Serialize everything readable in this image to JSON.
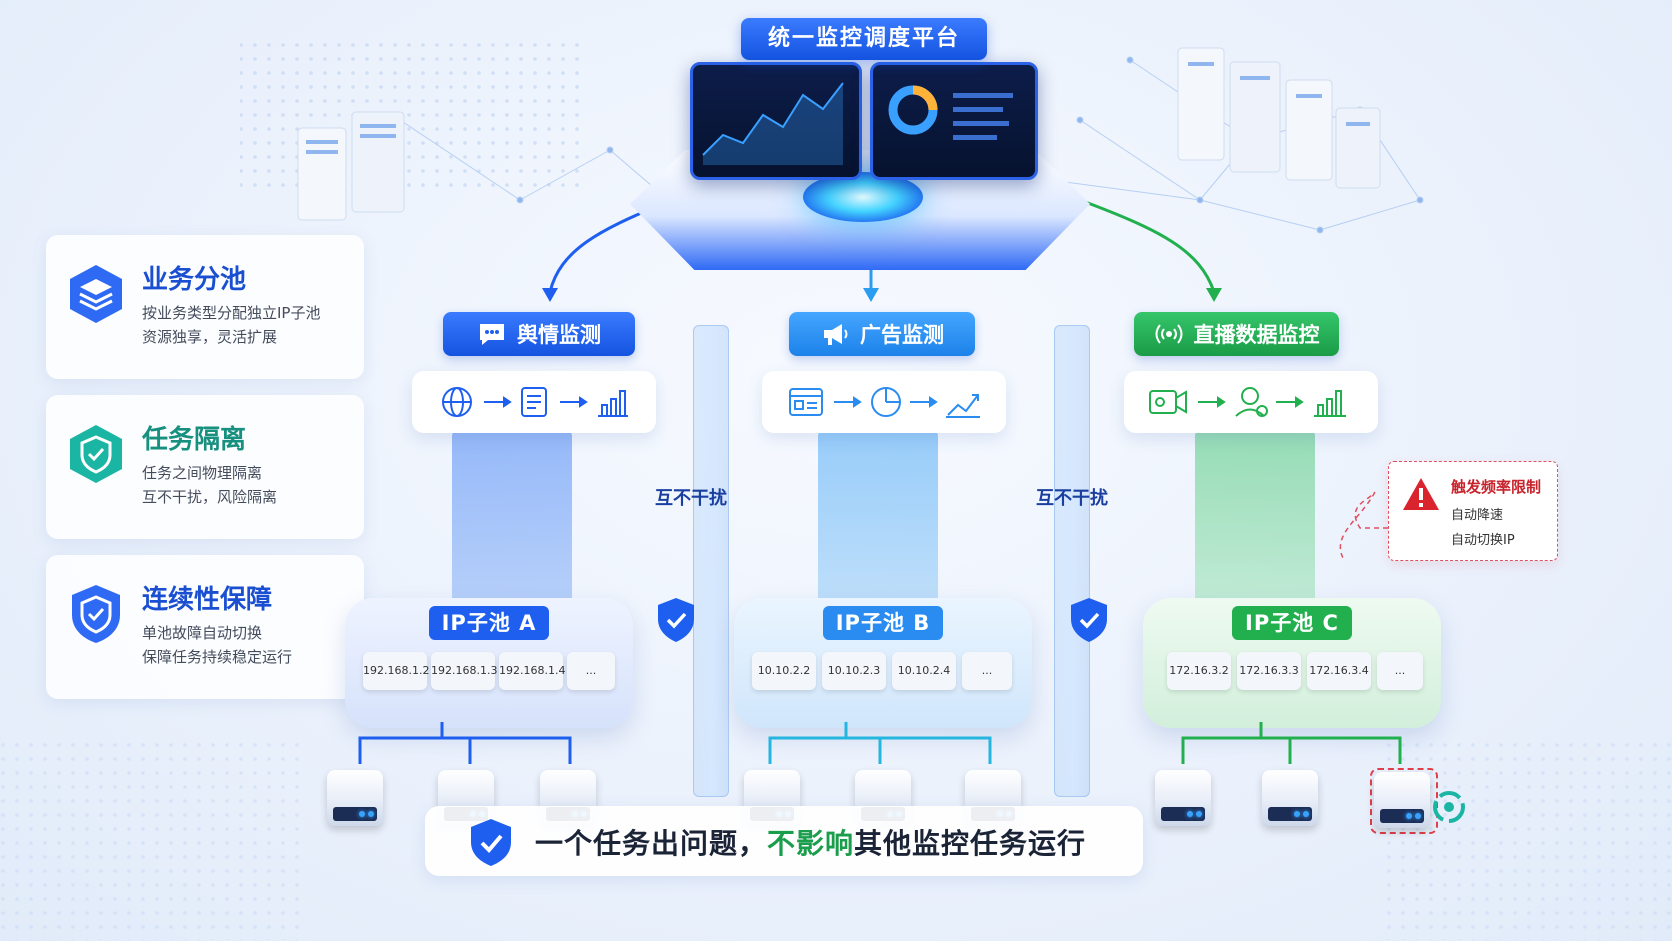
{
  "platform": {
    "title": "统一监控调度平台"
  },
  "features": [
    {
      "title": "业务分池",
      "desc1": "按业务类型分配独立IP子池",
      "desc2": "资源独享，灵活扩展",
      "icon": "layers-icon"
    },
    {
      "title": "任务隔离",
      "desc1": "任务之间物理隔离",
      "desc2": "互不干扰，风险隔离",
      "icon": "shield-check-icon"
    },
    {
      "title": "连续性保障",
      "desc1": "单池故障自动切换",
      "desc2": "保障任务持续稳定运行",
      "icon": "shield-check-icon"
    }
  ],
  "modules": [
    {
      "title": "舆情监测",
      "icon": "chat-bubble-icon",
      "color": "#1f5ff0",
      "flow_icons": [
        "globe-icon",
        "document-icon",
        "bar-chart-icon"
      ],
      "pool_label": "IP子池 A",
      "ips": [
        "192.168.1.2",
        "192.168.1.3",
        "192.168.1.4",
        "..."
      ]
    },
    {
      "title": "广告监测",
      "icon": "megaphone-icon",
      "color": "#2a8cf0",
      "flow_icons": [
        "browser-window-icon",
        "pie-chart-icon",
        "trend-line-icon"
      ],
      "pool_label": "IP子池 B",
      "ips": [
        "10.10.2.2",
        "10.10.2.3",
        "10.10.2.4",
        "..."
      ]
    },
    {
      "title": "直播数据监控",
      "icon": "broadcast-icon",
      "color": "#22b04f",
      "flow_icons": [
        "video-camera-icon",
        "viewer-icon",
        "bar-chart-icon"
      ],
      "pool_label": "IP子池 C",
      "ips": [
        "172.16.3.2",
        "172.16.3.3",
        "172.16.3.4",
        "..."
      ]
    }
  ],
  "isolation": {
    "label": "互不干扰"
  },
  "alert": {
    "title": "触发频率限制",
    "line1": "自动降速",
    "line2": "自动切换IP",
    "icon": "warning-icon"
  },
  "banner": {
    "text_before": "一个任务出问题，",
    "text_highlight": "不影响",
    "text_after": "其他监控任务运行"
  },
  "colors": {
    "blue": "#1f5ff0",
    "cyan": "#2a9df0",
    "green": "#22b04f",
    "alert_red": "#d9232d"
  }
}
